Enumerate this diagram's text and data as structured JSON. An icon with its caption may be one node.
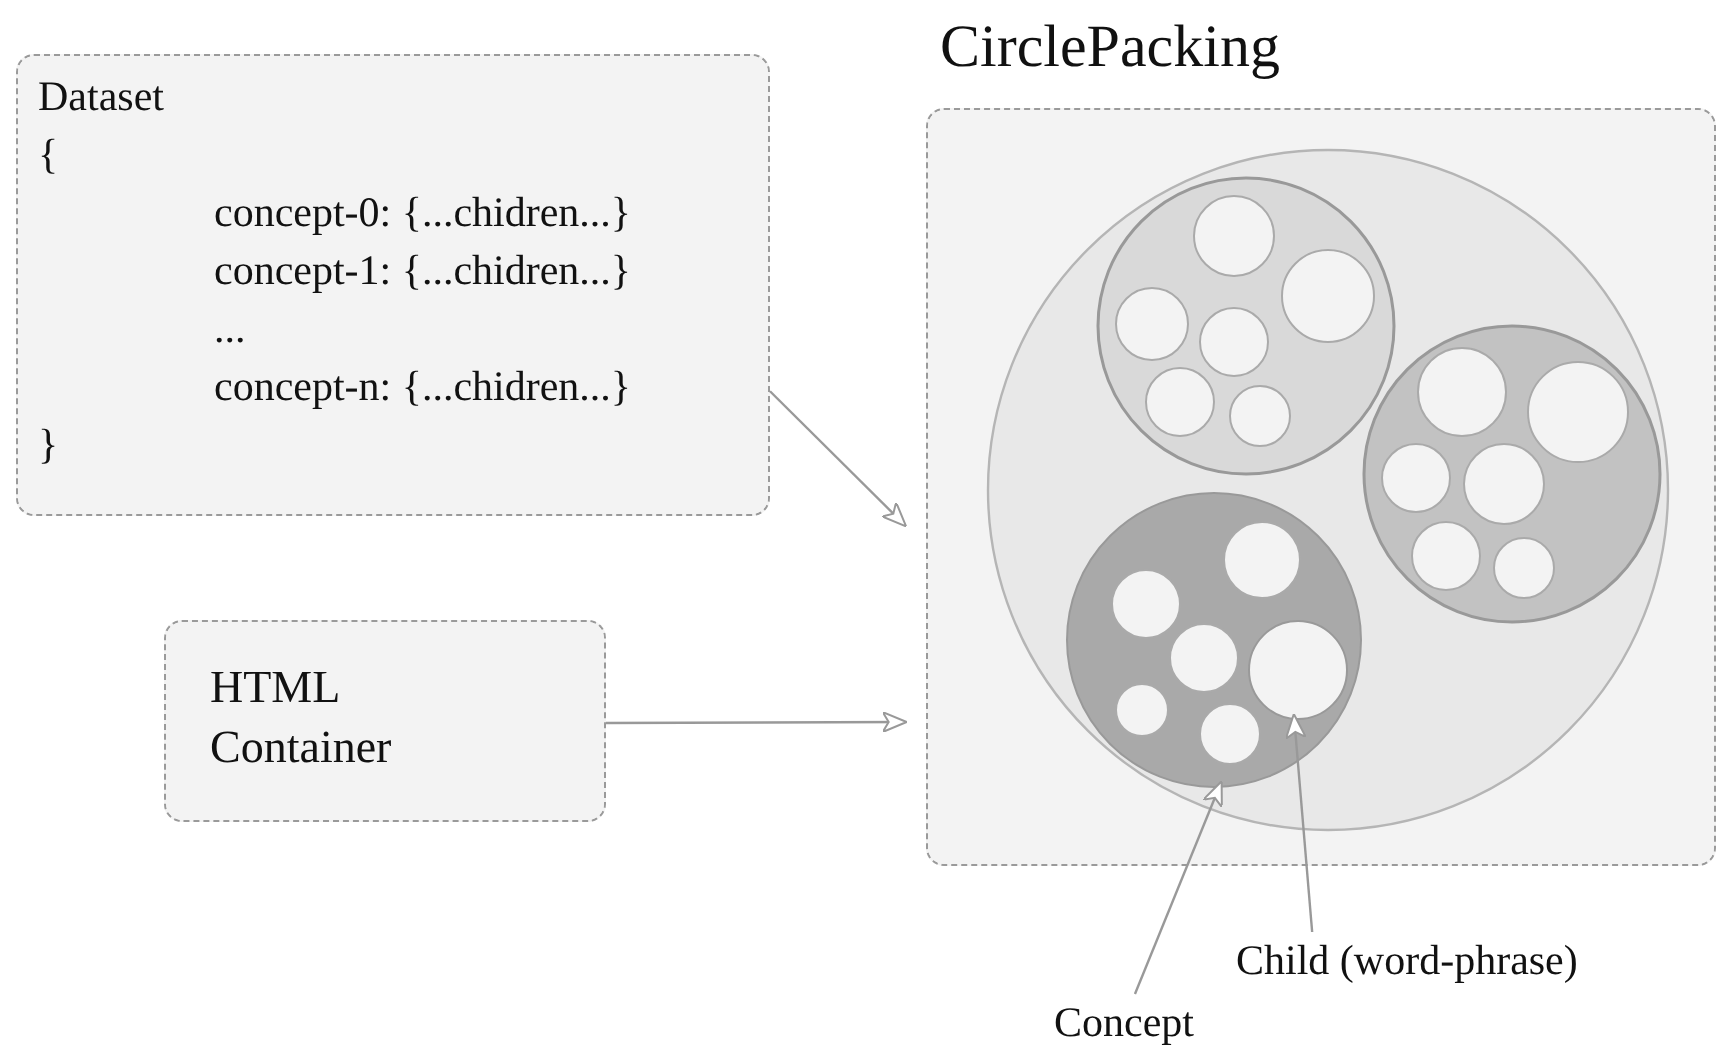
{
  "diagram": {
    "nodes": [
      {
        "text": [
          "Dataset",
          "{",
          "concept-0: {...chidren...}",
          "concept-1: {...chidren...}",
          "...",
          "concept-n: {...chidren...}",
          "}"
        ]
      },
      {
        "text": [
          "HTML Container"
        ]
      },
      {
        "text": [
          "CirclePacking"
        ]
      },
      {
        "text": [],
        "shape": "circle",
        "in": 2
      },
      {
        "text": [],
        "shape": "circle",
        "in": 3
      },
      {
        "text": [
          "Concept"
        ]
      },
      {
        "text": [
          "Child (word-phrase)"
        ]
      }
    ],
    "edges": [
      {
        "from": 0,
        "to": 2,
        "arrow": "to"
      },
      {
        "from": 1,
        "to": 2,
        "arrow": "to"
      },
      {
        "from": 5,
        "to": 3,
        "arrow": "to"
      },
      {
        "from": 6,
        "to": 4,
        "arrow": "to"
      }
    ]
  }
}
